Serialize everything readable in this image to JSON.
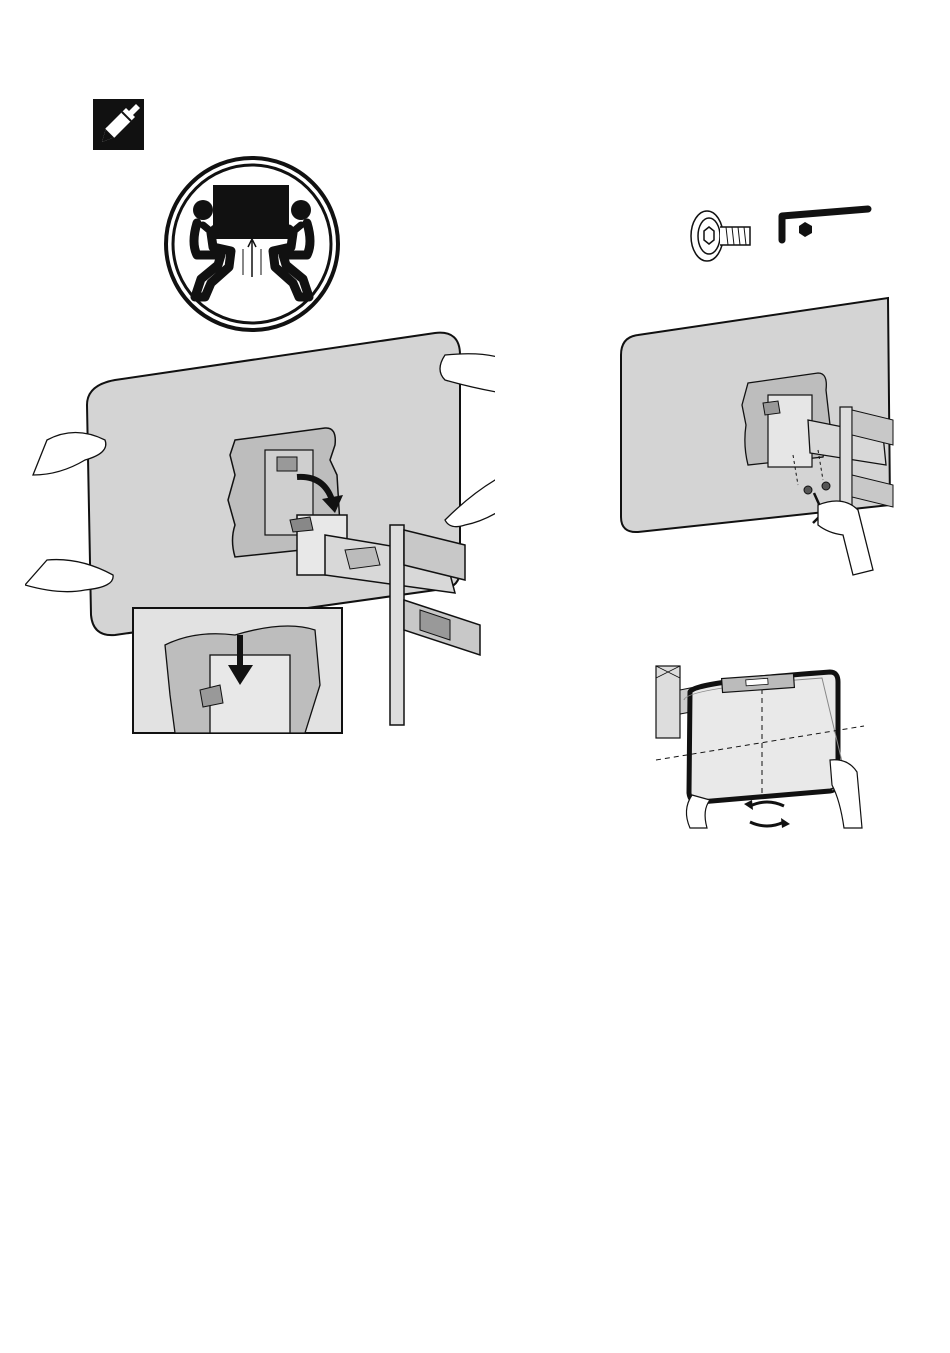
{
  "page": {
    "background": "#ffffff",
    "ink": "#111111",
    "panel_fill": "#d4d4d4",
    "bracket_fill": "#bdbdbd"
  },
  "icons": {
    "note": "pencil-note-icon",
    "two_person_lift": "two-person-lift-icon",
    "screw": "screw-icon",
    "hex_key": "hex-key-icon",
    "rotate_arrows": "rotate-arrows-icon"
  },
  "figures": [
    {
      "name": "hook-tv-onto-arm-figure"
    },
    {
      "name": "tighten-safety-screw-figure"
    },
    {
      "name": "level-tv-figure"
    }
  ]
}
